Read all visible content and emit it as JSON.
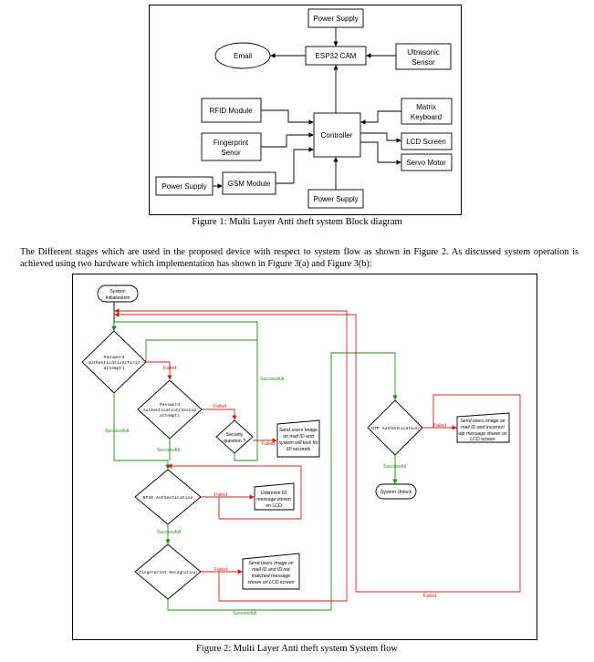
{
  "figure1": {
    "caption": "Figure 1: Multi Layer Anti theft system Block diagram",
    "blocks": {
      "power_supply_top": "Power Supply",
      "esp32": "ESP32 CAM",
      "email": "Email",
      "ultrasonic_1": "Ultrasonic",
      "ultrasonic_2": "Sensor",
      "rfid": "RFID Module",
      "fingerprint_1": "Fingerprint",
      "fingerprint_2": "Senor",
      "controller": "Controller",
      "matrix_1": "Matrix",
      "matrix_2": "Keyboard",
      "lcd": "LCD Screen",
      "servo": "Servo Motor",
      "power_supply_left": "Power Supply",
      "gsm": "GSM Module",
      "power_supply_bottom": "Power Supply"
    }
  },
  "paragraph": "The Different stages which are used in the proposed device with respect to system flow as shown in Figure 2. As discussed system operation is achieved using two hardware which implementation has shown in Figure 3(a) and Figure 3(b):",
  "figure2": {
    "caption": "Figure 2: Multi Layer Anti theft system System flow",
    "nodes": {
      "init_1": "System",
      "init_2": "Initialization",
      "pwd1_1": "Password",
      "pwd1_2": "Authentication(First",
      "pwd1_3": "attempt)",
      "pwd2_1": "Password",
      "pwd2_2": "Authentication(Second",
      "pwd2_3": "attempt)",
      "security_1": "Security",
      "security_2": "question ?",
      "send1_1": "Send users Image",
      "send1_2": "on mail ID and",
      "send1_3": "system will lock for",
      "send1_4": "60 seconds",
      "rfid": "RFID Authentication",
      "unknown_1": "Unknown ID",
      "unknown_2": "message shown",
      "unknown_3": "on LCD",
      "finger": "Fingerprint Recognition",
      "send2_1": "Send users Image on",
      "send2_2": "mail ID and  ID not",
      "send2_3": "matched message",
      "send2_4": "shown on LCD screen",
      "otp": "OTP Authentication",
      "send3_1": "Send users Image on",
      "send3_2": "mail ID and incorrect",
      "send3_3": "otp message shown on",
      "send3_4": "LCD screen",
      "unlock": "System Unlock"
    },
    "labels": {
      "failed": "Failed",
      "successful": "Successful",
      "successfull": "Successfull"
    },
    "colors": {
      "failed": "#d32020",
      "success": "#1e8a1e"
    }
  }
}
